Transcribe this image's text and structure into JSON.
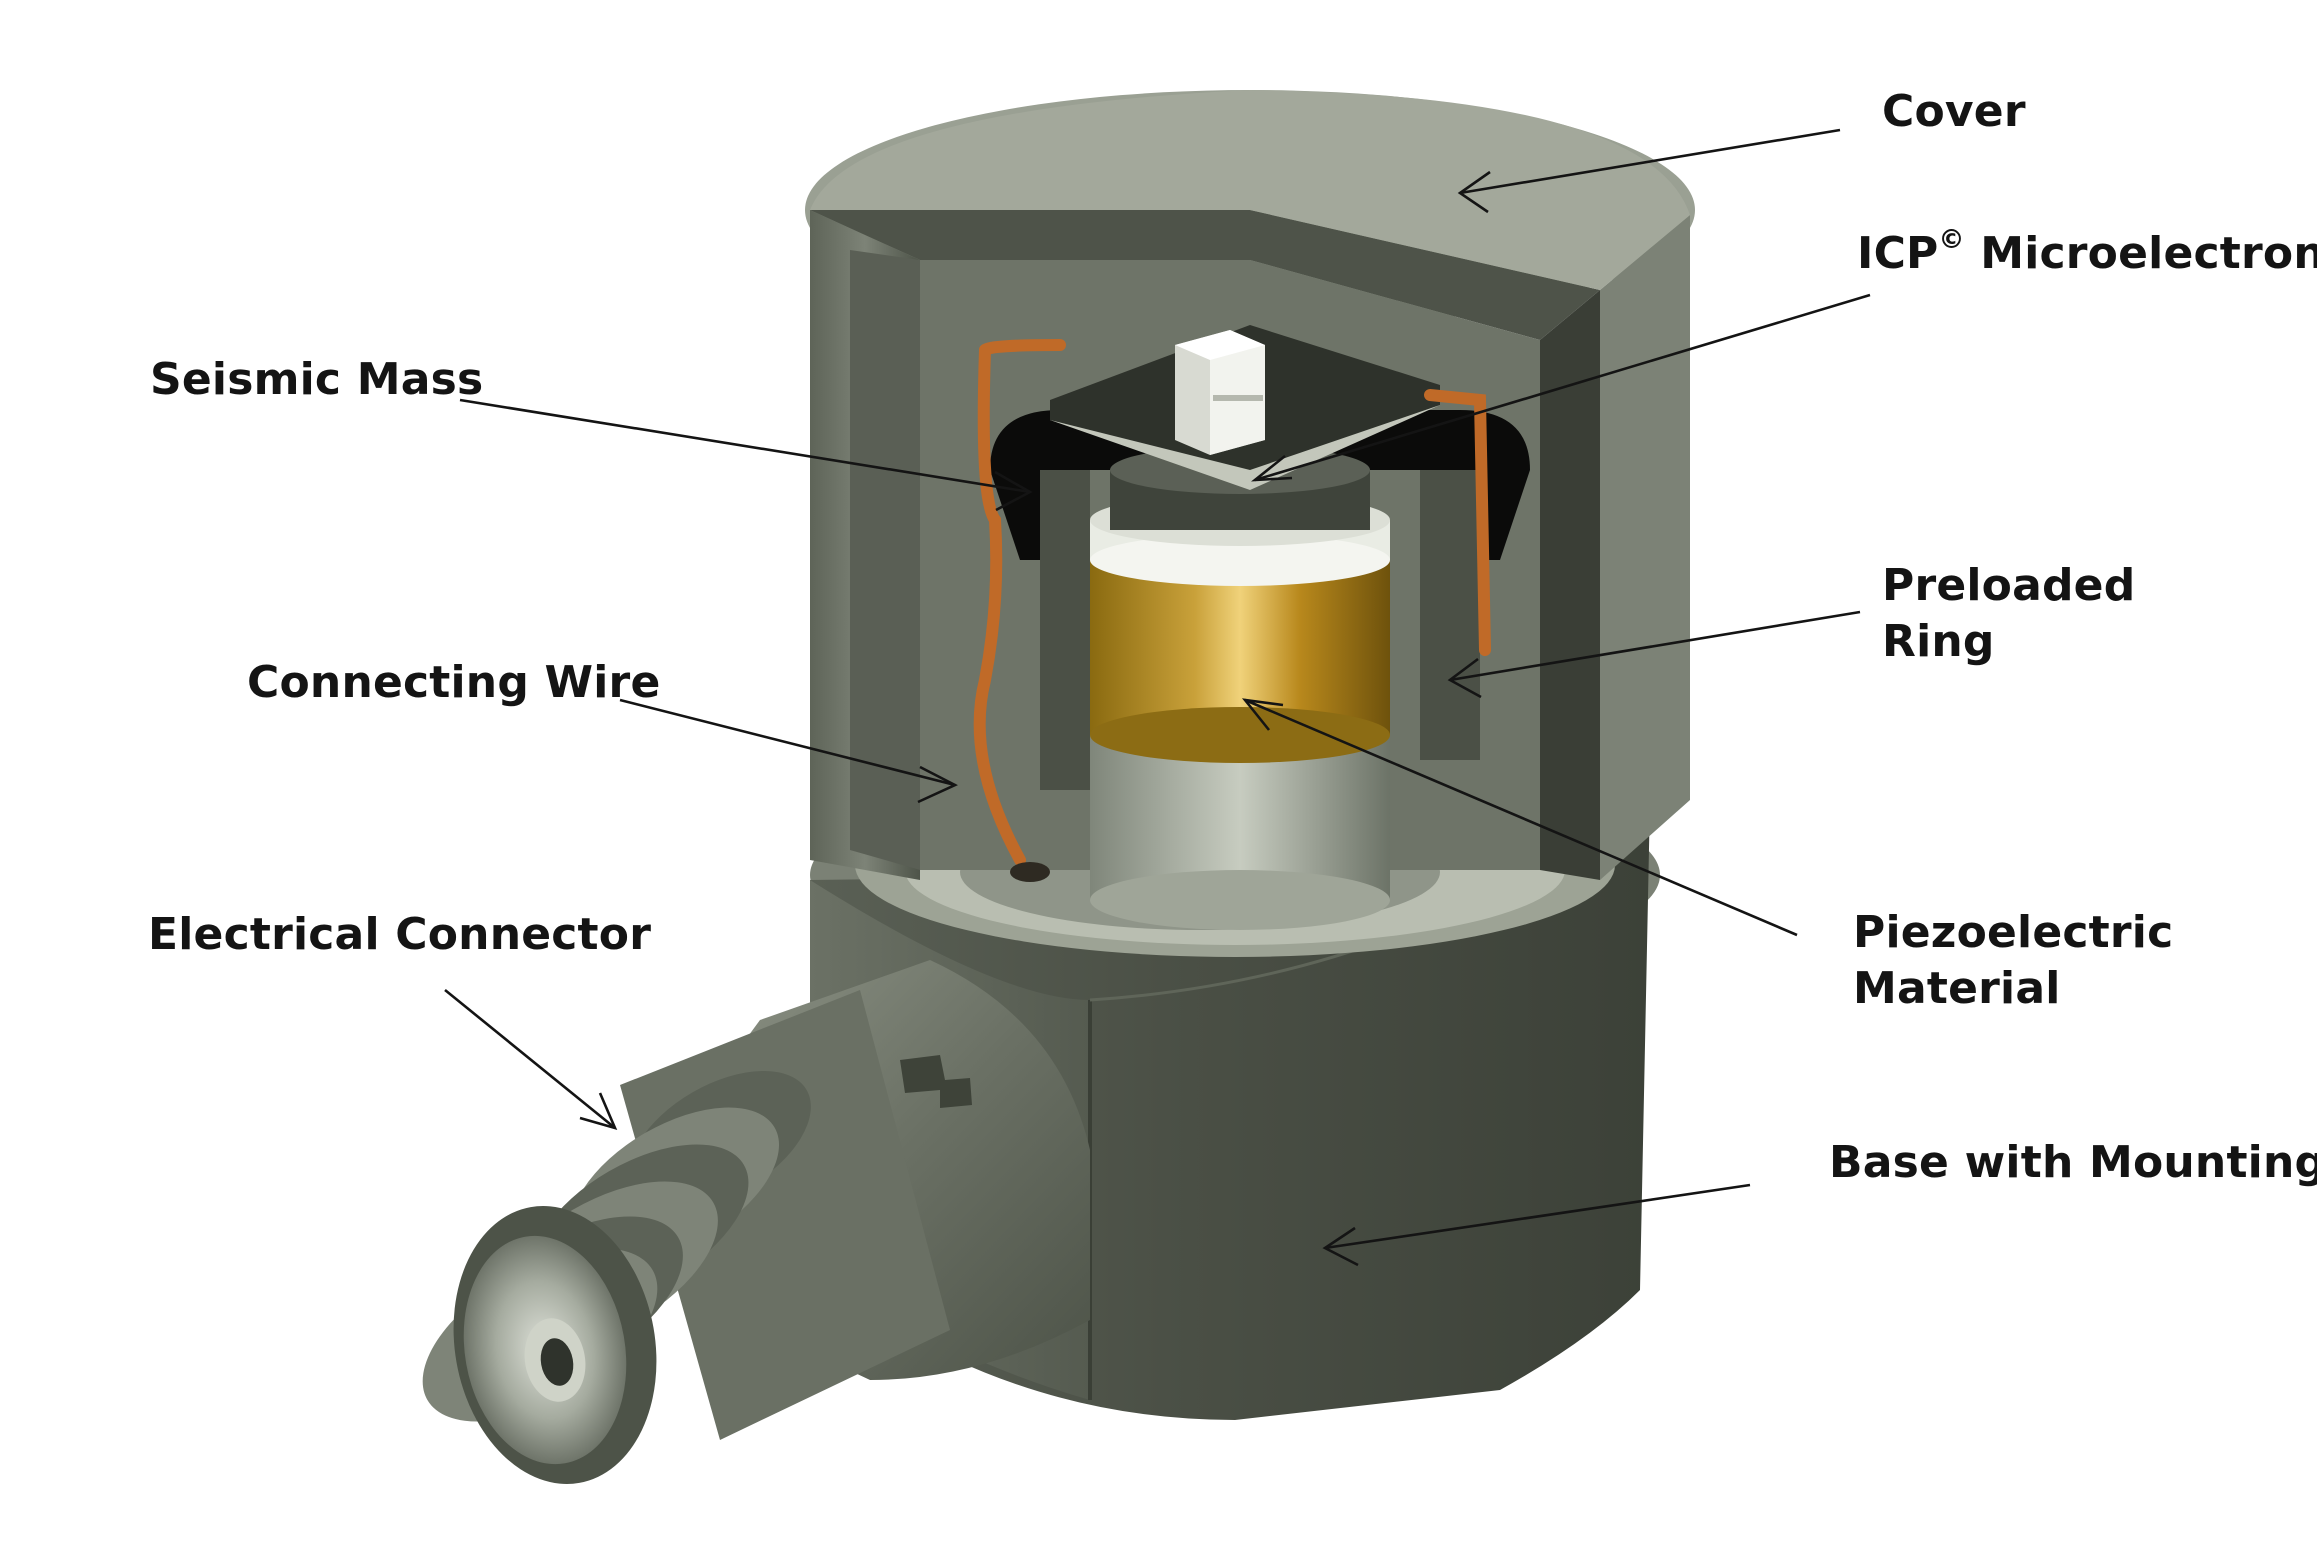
{
  "diagram": {
    "colors": {
      "background": "#ffffff",
      "body_dark": "#4b5046",
      "body_mid": "#6c7266",
      "body_light": "#9aa093",
      "cover_light": "#a6aa9e",
      "piezo_gold": "#b8860b",
      "wire_copper": "#c06a28",
      "label_text": "#141414",
      "leader_line": "#141414"
    },
    "labels": {
      "cover": "Cover",
      "icp_main": "ICP",
      "icp_mark": "©",
      "icp_rest": " Microelectronics",
      "seismic_mass": "Seismic Mass",
      "preloaded_line1": "Preloaded",
      "preloaded_line2": "Ring",
      "connecting_wire": "Connecting Wire",
      "piezo_line1": "Piezoelectric",
      "piezo_line2": "Material",
      "electrical_connector": "Electrical Connector",
      "base_with_mounting": "Base with Mounting"
    },
    "parts": [
      "cover",
      "icp-microelectronics",
      "seismic-mass",
      "preloaded-ring",
      "connecting-wire",
      "piezoelectric-material",
      "electrical-connector",
      "base-with-mounting"
    ]
  }
}
